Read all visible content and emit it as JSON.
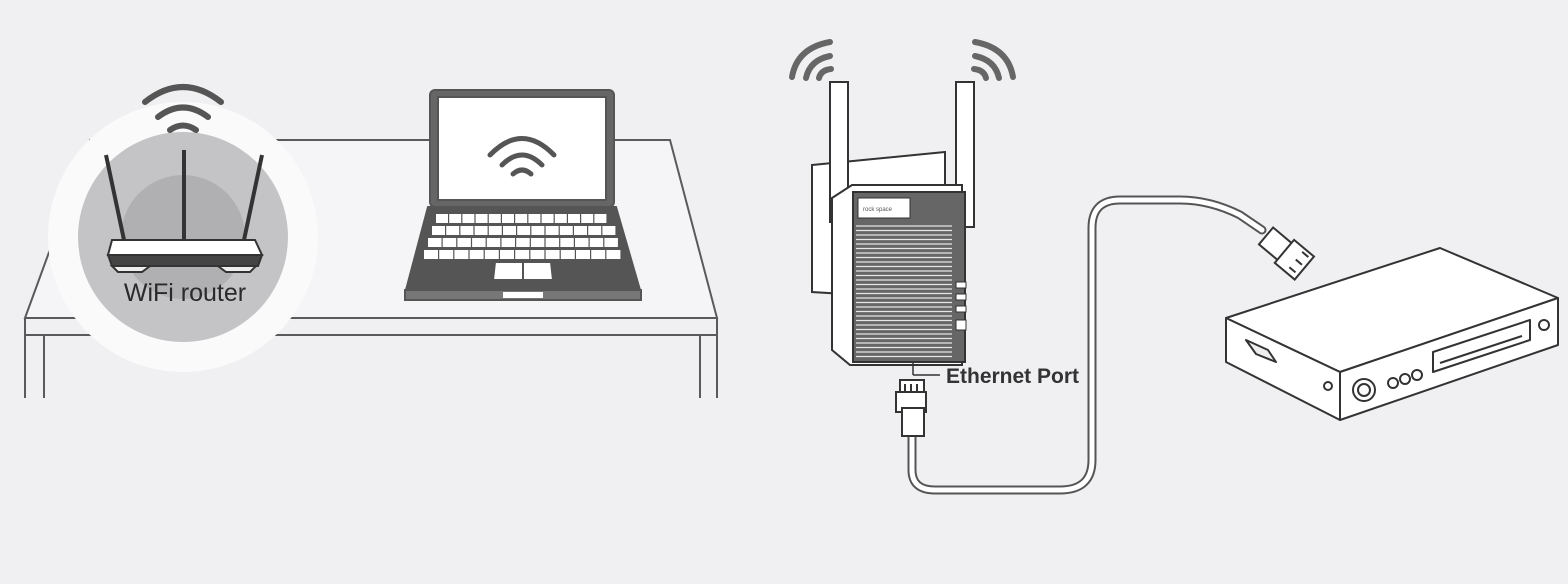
{
  "labels": {
    "router": "WiFi router",
    "ethernet_port": "Ethernet Port",
    "brand": "rock space"
  },
  "icons": [
    "wifi-waves-icon",
    "router-icon",
    "laptop-icon",
    "extender-icon",
    "ethernet-plug-icon",
    "media-player-icon"
  ],
  "colors": {
    "background": "#f0f0f2",
    "line": "#4a4a4a",
    "device_fill": "#ffffff",
    "device_dark": "#5a5a5a"
  }
}
